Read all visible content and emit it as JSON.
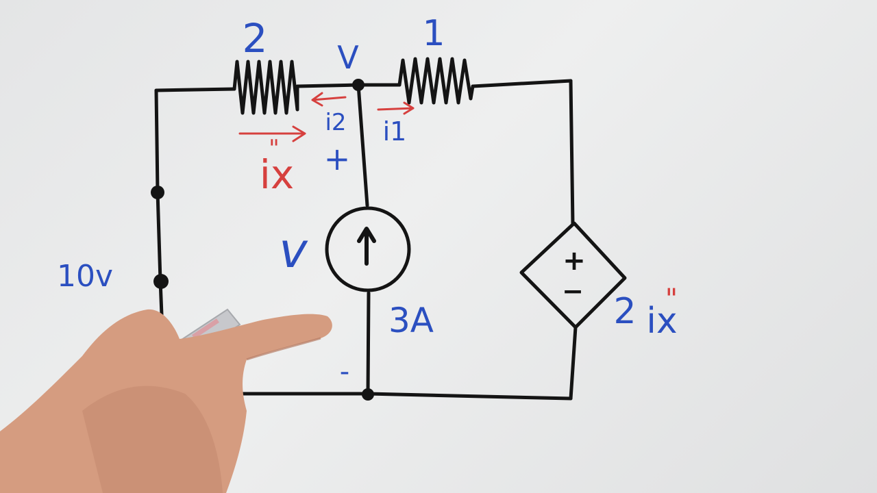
{
  "labels": {
    "r_left_value": "2",
    "r_right_value": "1",
    "node_v": "V",
    "current_i2": "i2",
    "current_i1": "i1",
    "current_ix": "ix",
    "ix_primes": "\"",
    "plus_sign": "+",
    "minus_sign": "-",
    "source_voltage_v": "v",
    "voltage_source": "10v",
    "current_source": "3A",
    "dep_source_plus": "+",
    "dep_source_minus": "−",
    "dep_source_coef": "2",
    "dep_source_var": "ix",
    "dep_source_primes": "\""
  },
  "colors": {
    "wire": "#141414",
    "label_blue": "#2b4fc0",
    "label_red": "#d6403e",
    "skin": "#d59c80",
    "marker": "#c7c8cc"
  }
}
